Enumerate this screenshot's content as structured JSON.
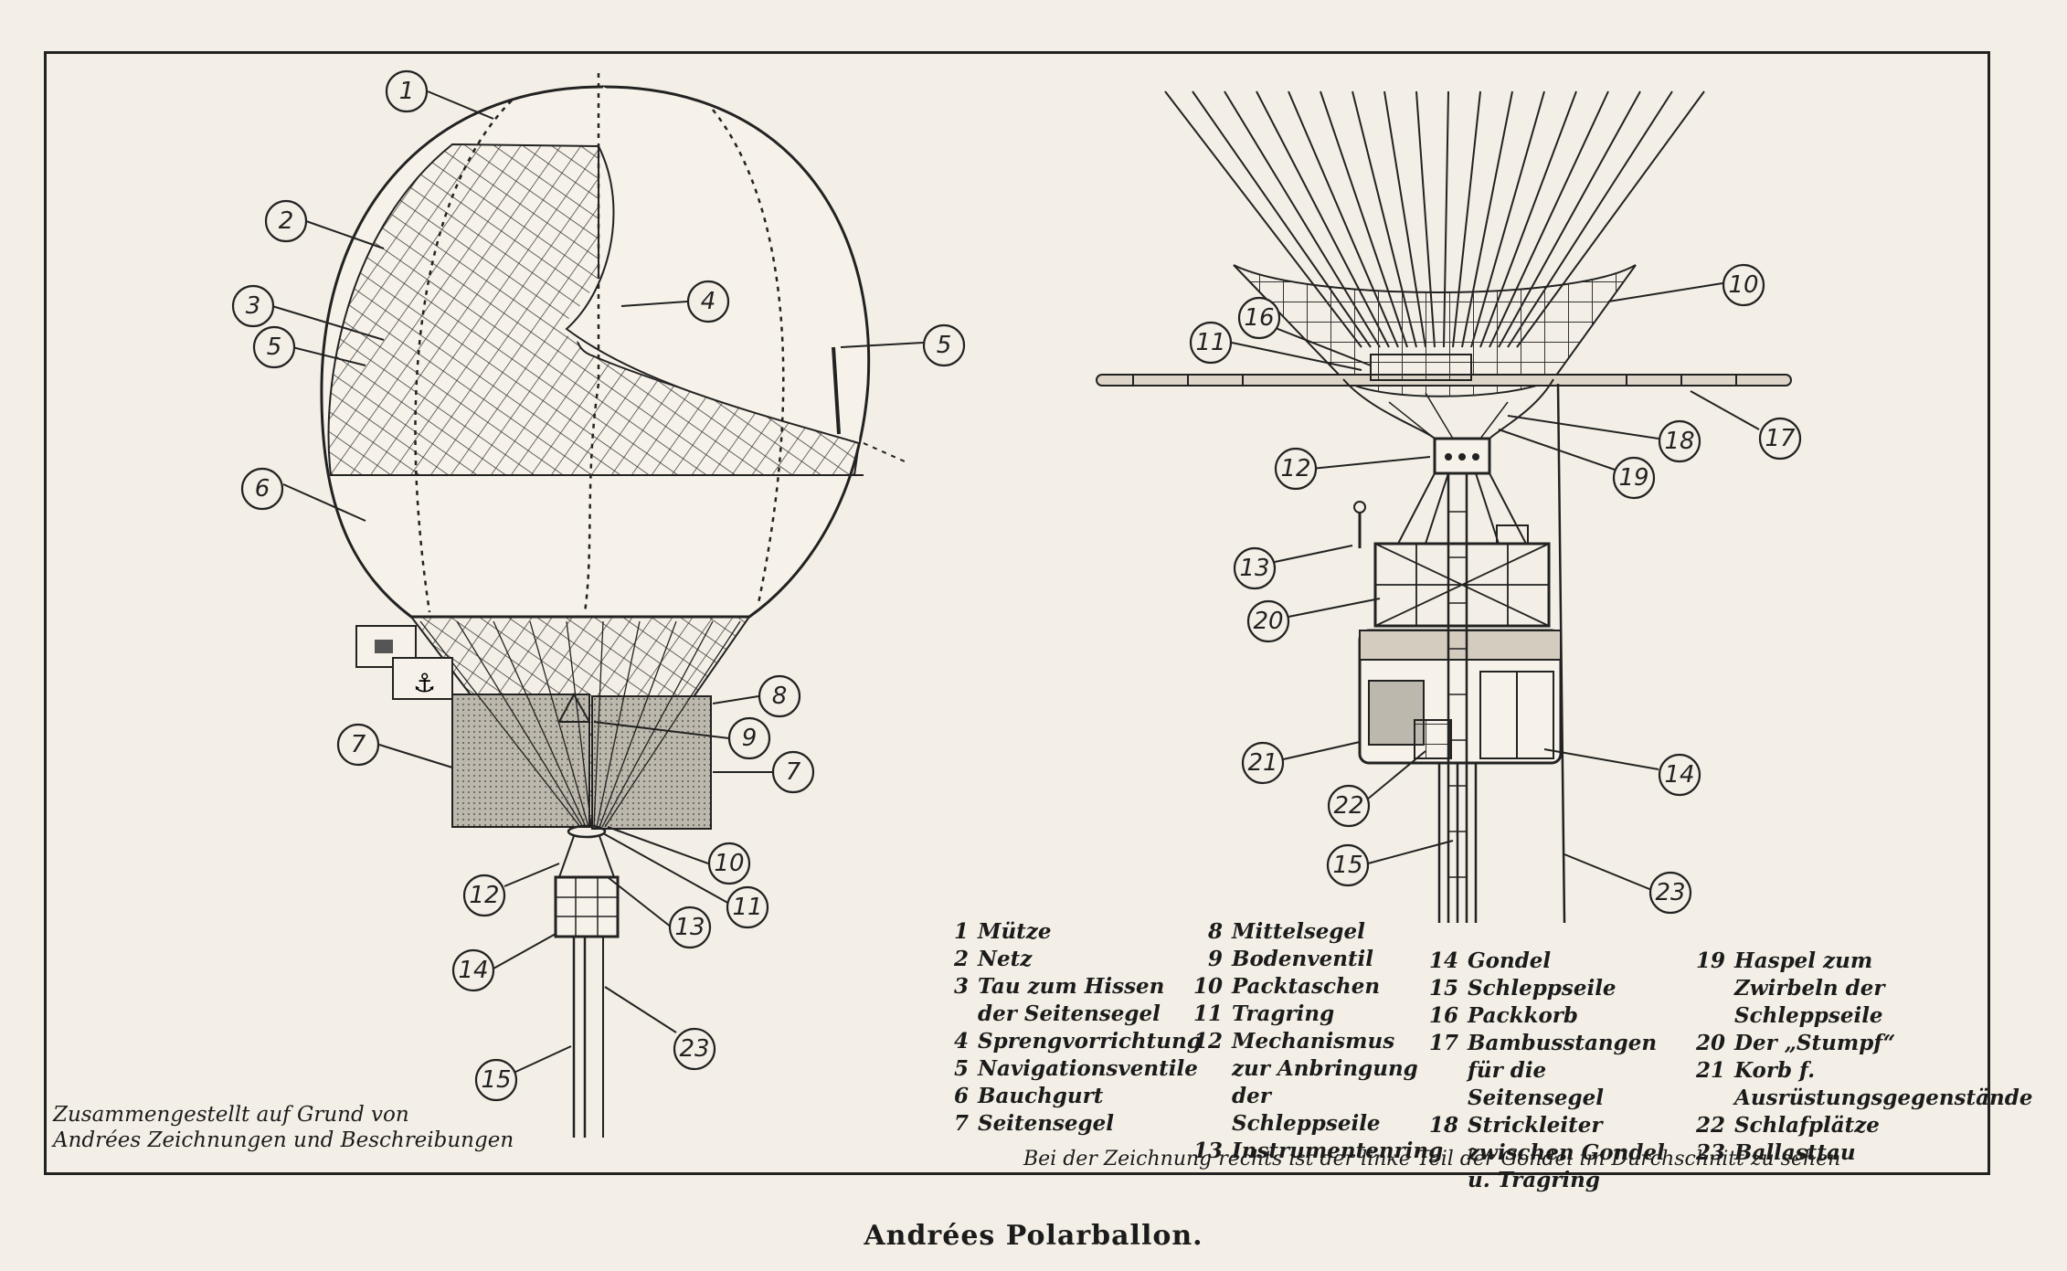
{
  "legend": [
    {
      "num": "1",
      "text": "Mütze"
    },
    {
      "num": "2",
      "text": "Netz"
    },
    {
      "num": "3",
      "text": "Tau zum Hissen der Seitensegel"
    },
    {
      "num": "4",
      "text": "Sprengvorrichtung"
    },
    {
      "num": "5",
      "text": "Navigationsventile"
    },
    {
      "num": "6",
      "text": "Bauchgurt"
    },
    {
      "num": "7",
      "text": "Seitensegel"
    },
    {
      "num": "8",
      "text": "Mittelsegel"
    },
    {
      "num": "9",
      "text": "Bodenventil"
    },
    {
      "num": "10",
      "text": "Packtaschen"
    },
    {
      "num": "11",
      "text": "Tragring"
    },
    {
      "num": "12",
      "text": "Mechanismus zur Anbringung der Schleppseile"
    },
    {
      "num": "13",
      "text": "Instrumentenring"
    },
    {
      "num": "14",
      "text": "Gondel"
    },
    {
      "num": "15",
      "text": "Schleppseile"
    },
    {
      "num": "16",
      "text": "Packkorb"
    },
    {
      "num": "17",
      "text": "Bambusstangen für die Seitensegel"
    },
    {
      "num": "18",
      "text": "Strickleiter zwischen Gondel u. Tragring"
    },
    {
      "num": "19",
      "text": "Haspel zum Zwirbeln der Schleppseile"
    },
    {
      "num": "20",
      "text": "Der „Stumpf“"
    },
    {
      "num": "21",
      "text": "Korb f. Ausrüstungsgegenstände"
    },
    {
      "num": "22",
      "text": "Schlafplätze"
    },
    {
      "num": "23",
      "text": "Ballasttau"
    }
  ],
  "credit_line1": "Zusammengestellt auf Grund von",
  "credit_line2": "Andrées Zeichnungen und Beschreibungen",
  "note": "Bei der Zeichnung rechts ist der linke Teil der Gondel im Durchschnitt zu sehen",
  "caption": "Andrées Polarballon.",
  "callouts_left": [
    "1",
    "2",
    "3",
    "5",
    "4",
    "5",
    "6",
    "8",
    "9",
    "7",
    "7",
    "10",
    "11",
    "12",
    "13",
    "14",
    "23",
    "15"
  ],
  "callouts_right": [
    "16",
    "11",
    "10",
    "17",
    "18",
    "19",
    "12",
    "13",
    "20",
    "21",
    "22",
    "14",
    "15",
    "23"
  ],
  "colors": {
    "paper": "#f3efe6",
    "ink": "#1b1b1b"
  }
}
